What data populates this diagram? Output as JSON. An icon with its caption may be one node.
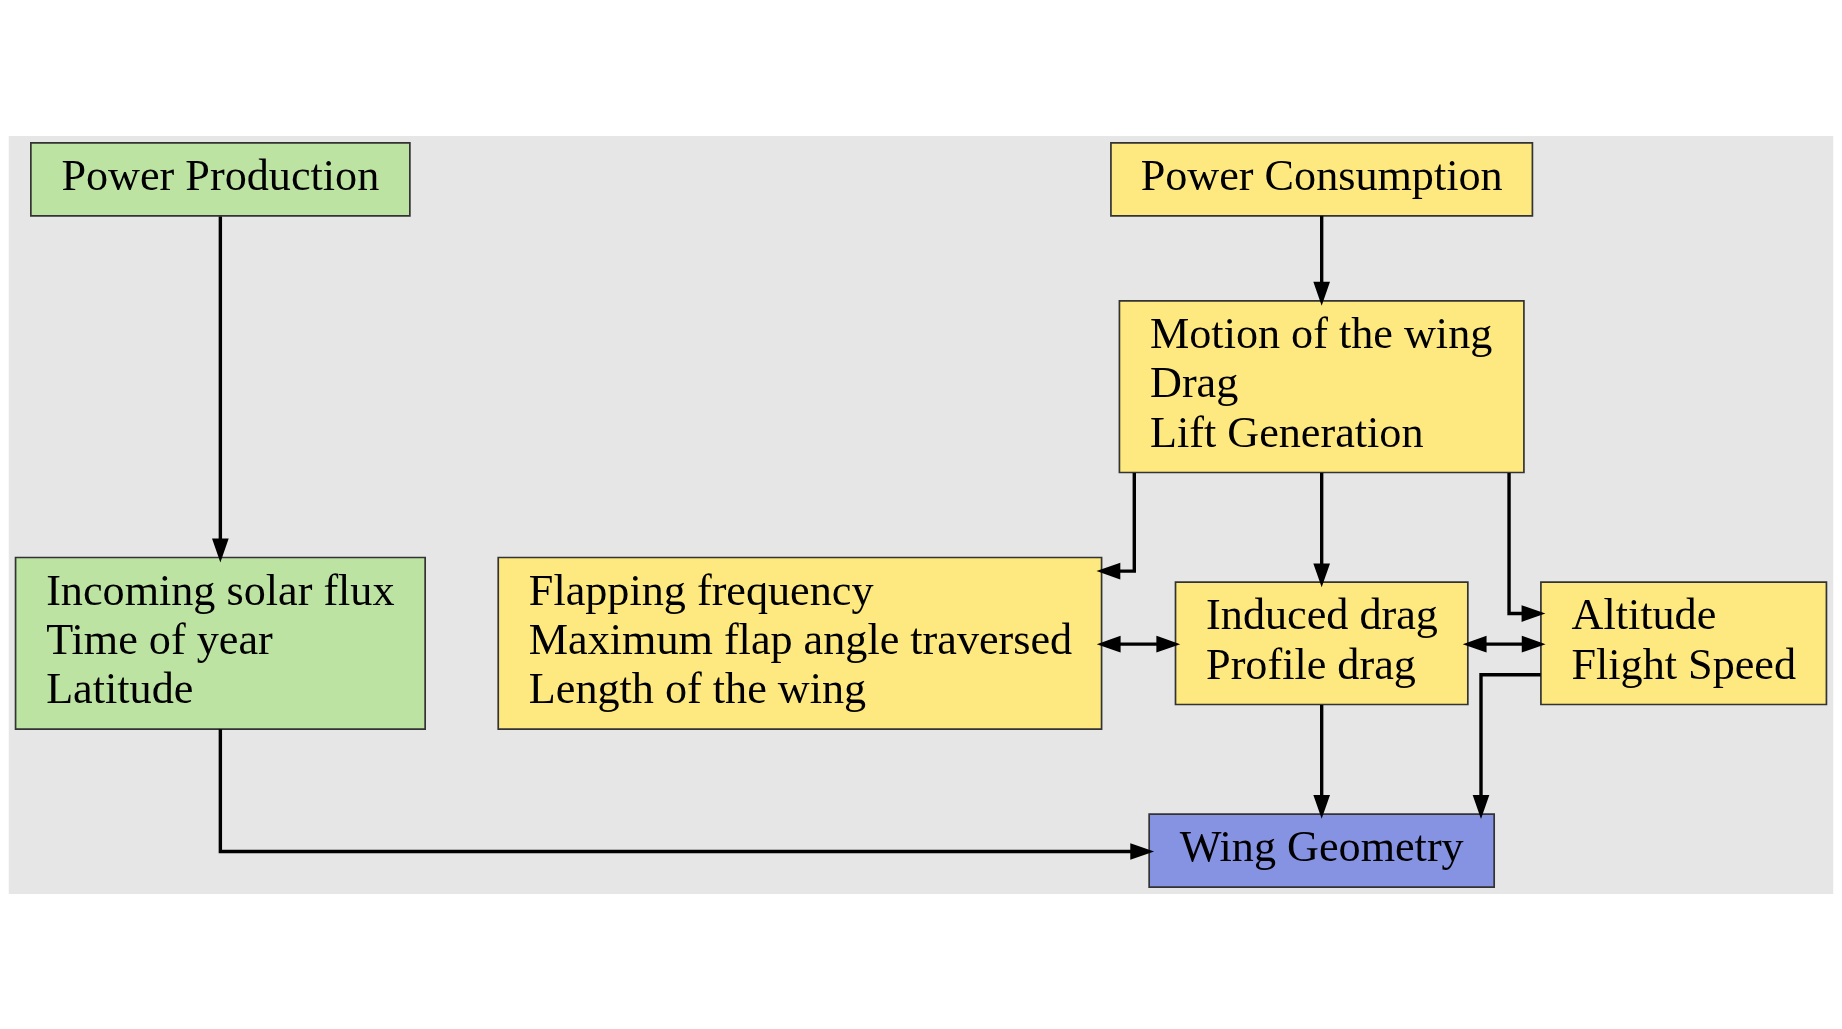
{
  "diagram": {
    "nodes": [
      {
        "text": [
          "Power Production"
        ]
      },
      {
        "text": [
          "Incoming solar flux",
          "Time of year",
          "Latitude"
        ]
      },
      {
        "text": [
          "Power Consumption"
        ]
      },
      {
        "text": [
          "Motion of the wing",
          "Drag",
          "Lift Generation"
        ]
      },
      {
        "text": [
          "Flapping frequency",
          "Maximum flap angle traversed",
          "Length of the wing"
        ]
      },
      {
        "text": [
          "Induced drag",
          "Profile drag"
        ]
      },
      {
        "text": [
          "Altitude",
          "Flight Speed"
        ]
      },
      {
        "text": [
          "Wing Geometry"
        ]
      }
    ],
    "edges": [
      {
        "from": 0,
        "to": 1,
        "arrow": "to"
      },
      {
        "from": 2,
        "to": 3,
        "arrow": "to"
      },
      {
        "from": 3,
        "to": 4,
        "arrow": "to"
      },
      {
        "from": 3,
        "to": 5,
        "arrow": "to"
      },
      {
        "from": 3,
        "to": 6,
        "arrow": "to"
      },
      {
        "from": 4,
        "to": 5,
        "arrow": "both"
      },
      {
        "from": 5,
        "to": 6,
        "arrow": "both"
      },
      {
        "from": 1,
        "to": 7,
        "arrow": "to"
      },
      {
        "from": 5,
        "to": 7,
        "arrow": "to"
      },
      {
        "from": 6,
        "to": 7,
        "arrow": "to"
      }
    ]
  }
}
